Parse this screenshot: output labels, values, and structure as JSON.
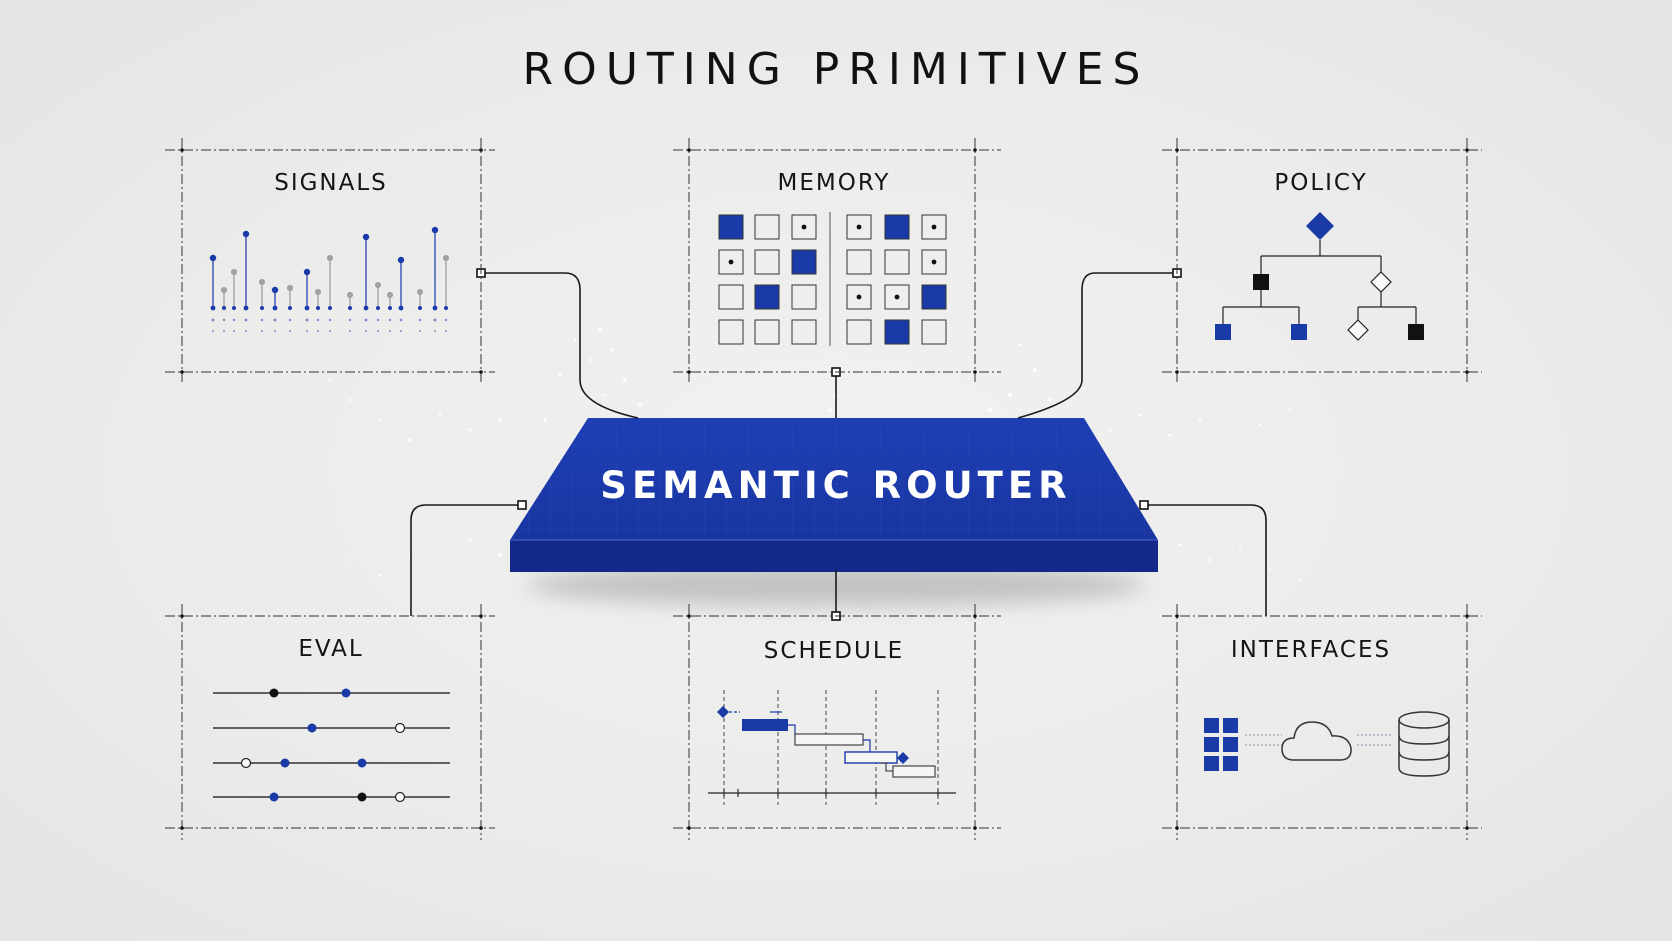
{
  "title": "ROUTING PRIMITIVES",
  "router": {
    "label": "SEMANTIC ROUTER"
  },
  "panels": {
    "signals": "SIGNALS",
    "memory": "MEMORY",
    "policy": "POLICY",
    "eval": "EVAL",
    "schedule": "SCHEDULE",
    "interfaces": "INTERFACES"
  },
  "colors": {
    "accent": "#1a3aa8",
    "ink": "#111111",
    "paper": "#ebebea"
  },
  "icons": [
    "grid-icon",
    "cloud-icon",
    "database-icon",
    "diamond-icon"
  ]
}
